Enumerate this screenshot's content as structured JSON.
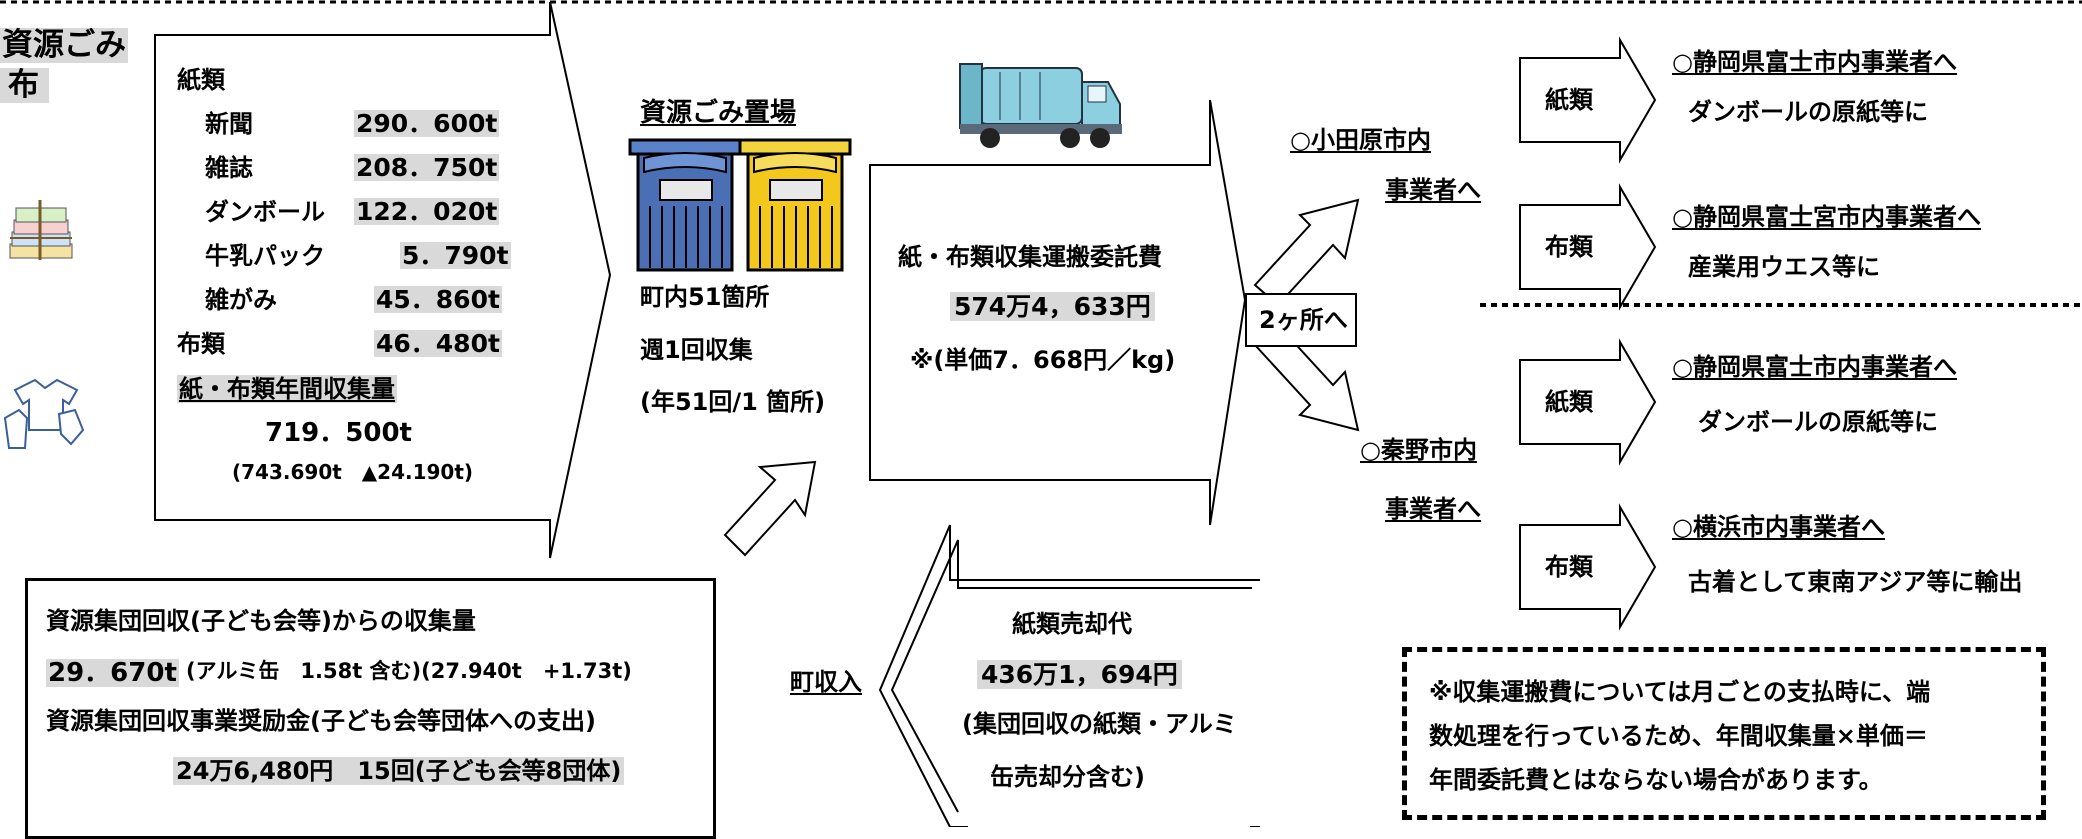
{
  "left_edge": {
    "title_line1": "資源ごみ",
    "title_line2": "布"
  },
  "collection": {
    "paper_label": "紙類",
    "items": [
      {
        "name": "新聞",
        "amount": "290．600t"
      },
      {
        "name": "雑誌",
        "amount": "208．750t"
      },
      {
        "name": "ダンボール",
        "amount": "122．020t"
      },
      {
        "name": "牛乳パック",
        "amount": "5．790t"
      },
      {
        "name": "雑がみ",
        "amount": "45．860t"
      }
    ],
    "cloth_label": "布類",
    "cloth_amount": "46．480t",
    "annual_label": "紙・布類年間収集量",
    "annual_amount": "719．500t",
    "prev_year": "(743.690t　▲24.190t)"
  },
  "site": {
    "title": "資源ごみ置場",
    "locations": "町内51箇所",
    "frequency": "週1回収集",
    "yearly": "(年51回/1 箇所)"
  },
  "contract": {
    "title": "紙・布類収集運搬委託費",
    "amount": "574万4，633円",
    "unit_price": "※(単価7．668円／kg)"
  },
  "split": {
    "label": "2ヶ所へ",
    "odawara_line1": "○小田原市内",
    "odawara_line2": "事業者へ",
    "hadano_line1": "○秦野市内",
    "hadano_line2": "事業者へ"
  },
  "destinations": [
    {
      "category": "紙類",
      "title": "○静岡県富士市内事業者へ",
      "note": "ダンボールの原紙等に"
    },
    {
      "category": "布類",
      "title": "○静岡県富士宮市内事業者へ",
      "note": "産業用ウエス等に"
    },
    {
      "category": "紙類",
      "title": "○静岡県富士市内事業者へ",
      "note": "ダンボールの原紙等に"
    },
    {
      "category": "布類",
      "title": "○横浜市内事業者へ",
      "note": "古着として東南アジア等に輸出"
    }
  ],
  "group_collection": {
    "line1": "資源集団回収(子ども会等)からの収集量",
    "amount": "29．670t",
    "line2_rest": "(アルミ缶　1.58t 含む)(27.940t　+1.73t)",
    "line3": "資源集団回収事業奨励金(子ども会等団体への支出)",
    "line4": "24万6,480円　15回(子ども会等8団体)"
  },
  "income": {
    "label": "町収入",
    "title": "紙類売却代",
    "amount": "436万1，694円",
    "note_line1": "(集団回収の紙類・アルミ",
    "note_line2": "缶売却分含む)"
  },
  "footnote": {
    "line1": "※収集運搬費については月ごとの支払時に、端",
    "line2": "数処理を行っているため、年間収集量×単価＝",
    "line3": "年間委託費とはならない場合があります。"
  }
}
